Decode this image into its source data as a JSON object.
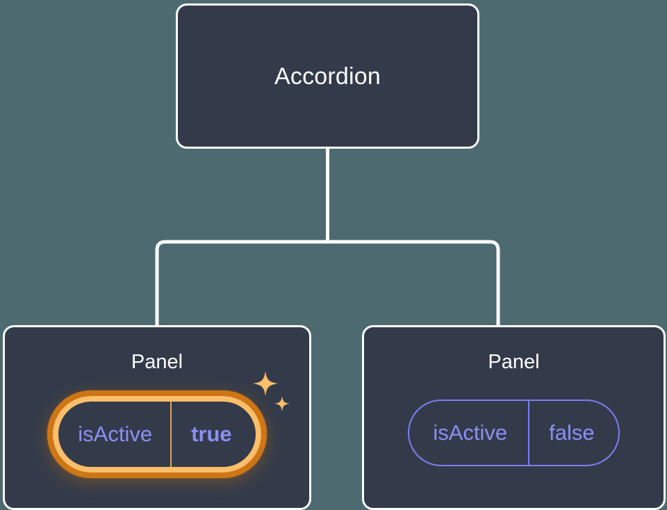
{
  "canvas": {
    "background_color": "#4d6a70",
    "node_fill_color": "#333b4a",
    "node_border_color": "#ffffff",
    "connector_color": "#ffffff",
    "accent_periwinkle": "#8b8ff5",
    "accent_amber_inner": "#fbbf6b",
    "accent_amber_outer": "#cf7614"
  },
  "tree": {
    "root": {
      "title": "Accordion"
    },
    "children": [
      {
        "title": "Panel",
        "highlighted": true,
        "state": {
          "key": "isActive",
          "value": "true"
        },
        "decoration": "sparkles-icon"
      },
      {
        "title": "Panel",
        "highlighted": false,
        "state": {
          "key": "isActive",
          "value": "false"
        }
      }
    ]
  }
}
